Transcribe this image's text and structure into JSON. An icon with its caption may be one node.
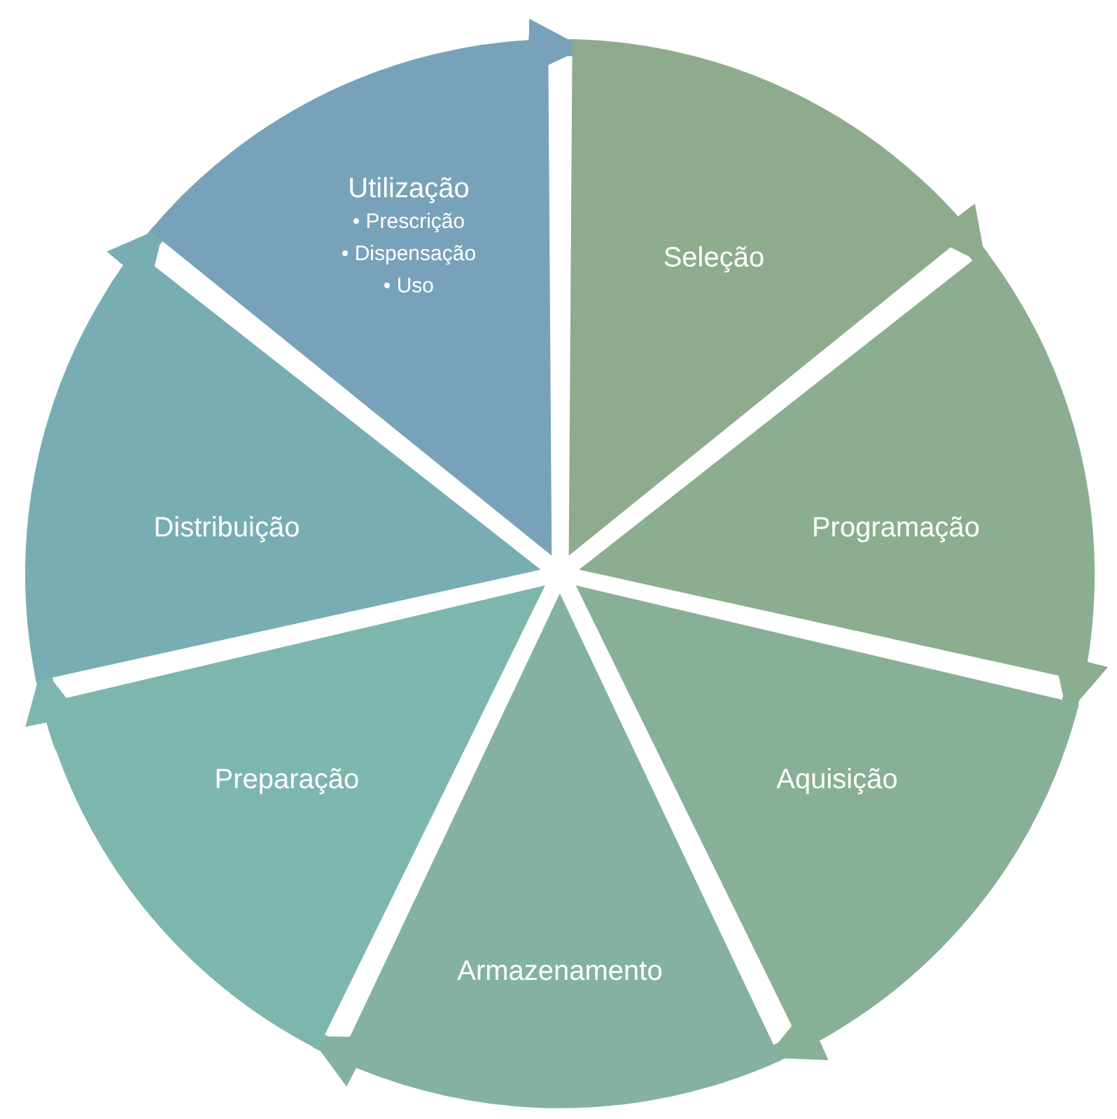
{
  "diagram": {
    "nodes": [
      {
        "text": [
          "Seleção"
        ]
      },
      {
        "text": [
          "Programação"
        ]
      },
      {
        "text": [
          "Aquisição"
        ]
      },
      {
        "text": [
          "Armazenamento"
        ]
      },
      {
        "text": [
          "Preparação"
        ]
      },
      {
        "text": [
          "Distribuição"
        ]
      },
      {
        "text": [
          "Utilização",
          "• Prescrição",
          "• Dispensação",
          "• Uso"
        ]
      }
    ],
    "edges": [
      {
        "from": 0,
        "to": 1,
        "arrow": "to"
      },
      {
        "from": 1,
        "to": 2,
        "arrow": "to"
      },
      {
        "from": 2,
        "to": 3,
        "arrow": "to"
      },
      {
        "from": 3,
        "to": 4,
        "arrow": "to"
      },
      {
        "from": 4,
        "to": 5,
        "arrow": "to"
      },
      {
        "from": 5,
        "to": 6,
        "arrow": "to"
      },
      {
        "from": 6,
        "to": 0,
        "arrow": "to"
      }
    ]
  }
}
